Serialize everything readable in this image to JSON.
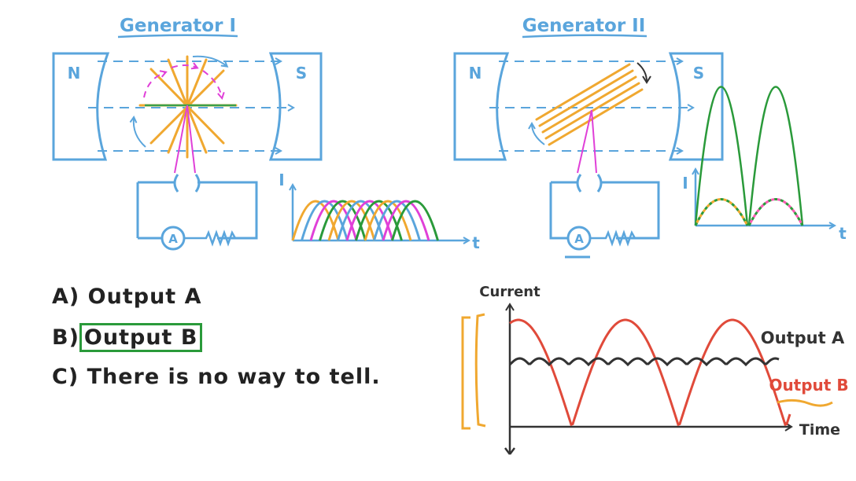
{
  "colors": {
    "blue": "#5aa5dc",
    "orange": "#f0a830",
    "magenta": "#e040d8",
    "green": "#2a9a3a",
    "red": "#e04a3a",
    "ink": "#333333",
    "pink": "#ff5ab4"
  },
  "generator1": {
    "title": "Generator I",
    "north_label": "N",
    "south_label": "S",
    "meter_label": "A",
    "graph_y_label": "I",
    "graph_x_label": "t"
  },
  "generator2": {
    "title": "Generator II",
    "north_label": "N",
    "south_label": "S",
    "meter_label": "A",
    "graph_y_label": "I",
    "graph_x_label": "t"
  },
  "options": [
    {
      "letter": "A)",
      "text": "Output A"
    },
    {
      "letter": "B)",
      "text": "Output B"
    },
    {
      "letter": "C)",
      "text": "There is no way to tell."
    }
  ],
  "selected_option": "B",
  "chart_data": {
    "type": "line",
    "ylabel": "Current",
    "xlabel": "Time",
    "series": [
      {
        "name": "Output A",
        "shape": "small ripples around a constant level",
        "color": "#333333"
      },
      {
        "name": "Output B",
        "shape": "rectified sine, 3 humps from zero to peak",
        "color": "#e04a3a"
      }
    ]
  }
}
